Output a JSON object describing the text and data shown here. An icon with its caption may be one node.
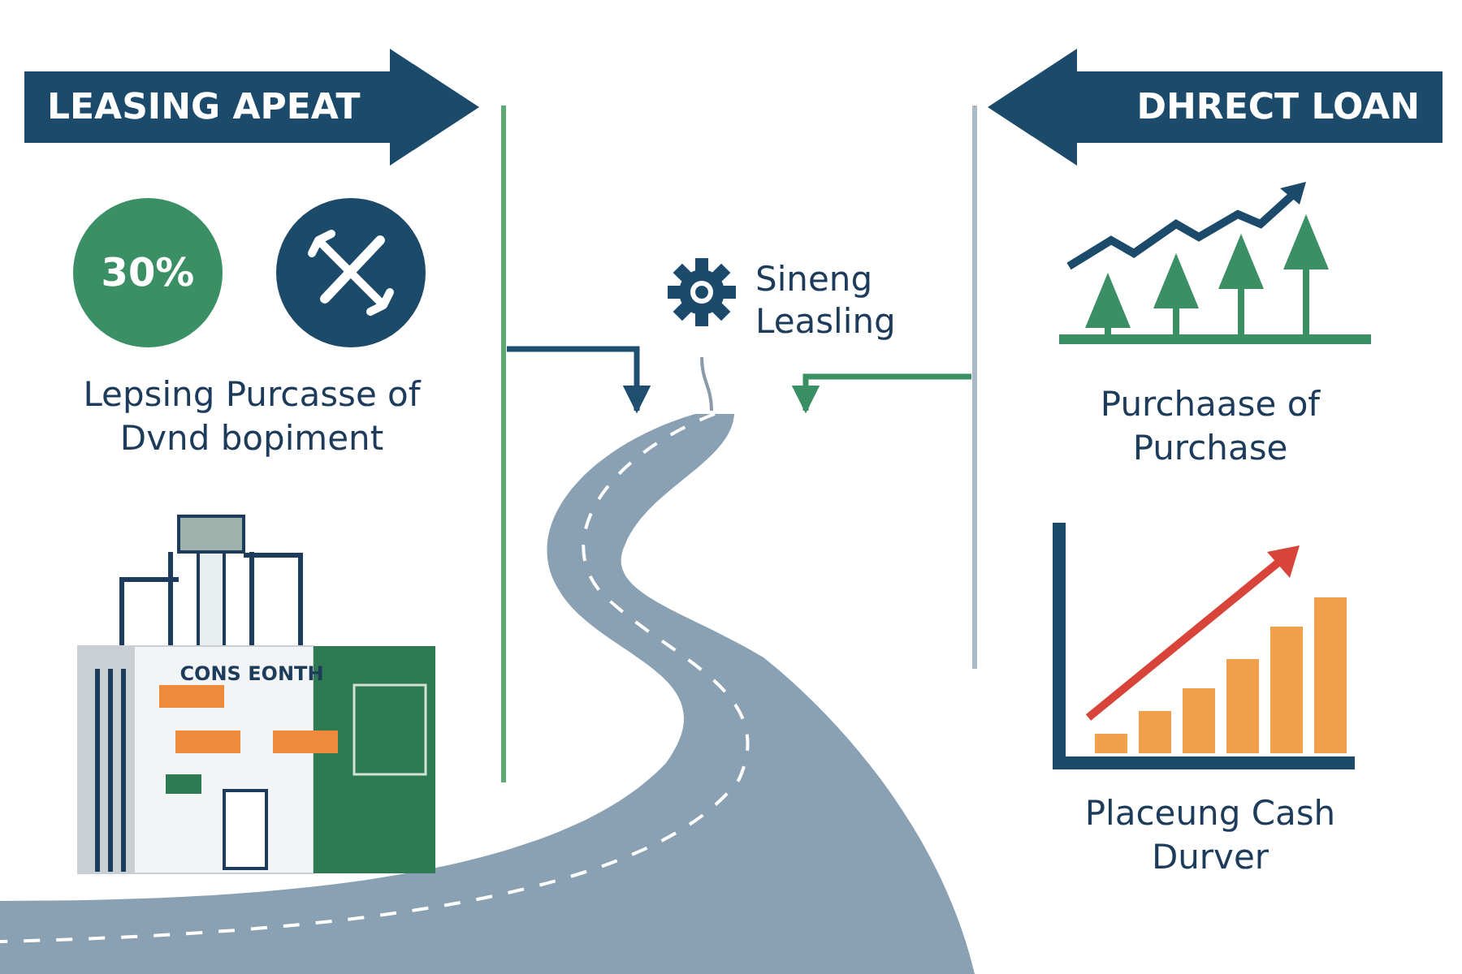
{
  "diagram": {
    "nodes": [
      {
        "text": [
          "LEASING APEAT"
        ]
      },
      {
        "text": [
          "DHRECT LOAN"
        ]
      },
      {
        "text": [
          "30%"
        ]
      },
      {
        "text": [],
        "shape": "circle"
      },
      {
        "text": [
          "Sineng Leasling"
        ]
      },
      {
        "text": [],
        "shape": "picture"
      }
    ],
    "edges": [
      {
        "from": null,
        "to": 5,
        "arrow": "to",
        "color": "#1f4e6e"
      },
      {
        "from": null,
        "to": 5,
        "arrow": "to",
        "color": "#3a8f64"
      },
      {
        "from": 4,
        "to": 5,
        "arrow": "none",
        "color": "#8a9aa8"
      }
    ],
    "labels": [
      "Lepsing Purcasse of Dvnd bopiment",
      "Purchaase of Purchase",
      "CONS EONTH",
      "Placeung Cash Durver"
    ]
  }
}
